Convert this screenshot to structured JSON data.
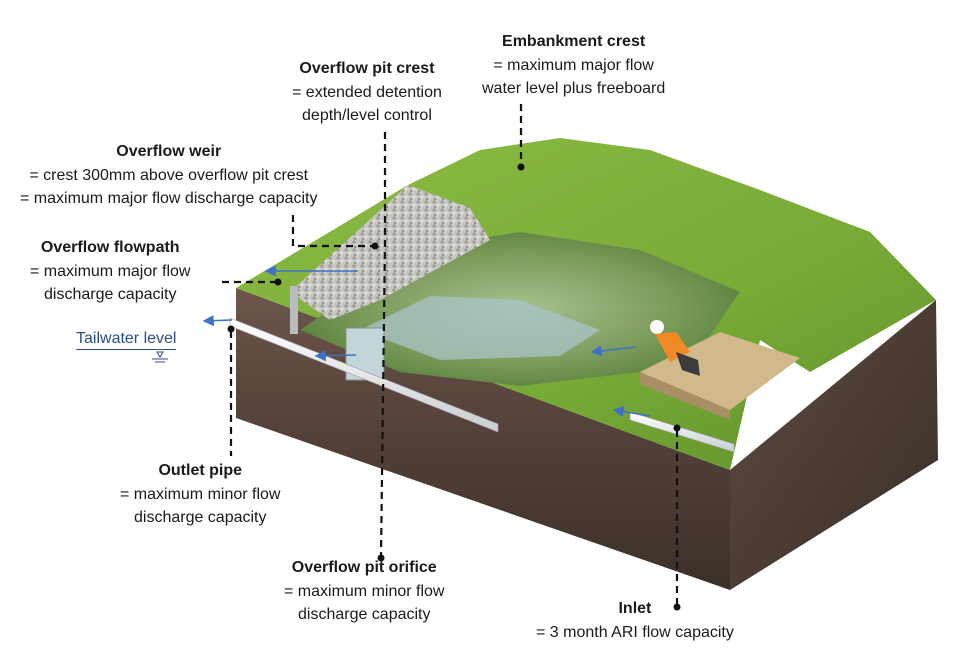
{
  "labels": {
    "embankment": {
      "title": "Embankment crest",
      "l1": "= maximum major flow",
      "l2": "water level plus freeboard"
    },
    "pit_crest": {
      "title": "Overflow pit crest",
      "l1": "= extended detention",
      "l2": "depth/level control"
    },
    "weir": {
      "title": "Overflow weir",
      "l1": "=  crest 300mm above overflow pit crest",
      "l2": "= maximum major flow discharge capacity"
    },
    "flowpath": {
      "title": "Overflow flowpath",
      "l1": "= maximum major flow",
      "l2": "discharge capacity"
    },
    "tailwater": "Tailwater level",
    "outlet": {
      "title": "Outlet pipe",
      "l1": "= maximum minor flow",
      "l2": "discharge capacity"
    },
    "orifice": {
      "title": "Overflow pit orifice",
      "l1": "= maximum minor flow",
      "l2": "discharge capacity"
    },
    "inlet": {
      "title": "Inlet",
      "l1": "= 3 month ARI flow capacity"
    }
  },
  "colors": {
    "grass": "#7fb23a",
    "soil": "#5a4538",
    "gravel": "#c9c7c2",
    "water": "#a8c4c8",
    "flow_arrow": "#3d72c9",
    "leader": "#111111"
  }
}
